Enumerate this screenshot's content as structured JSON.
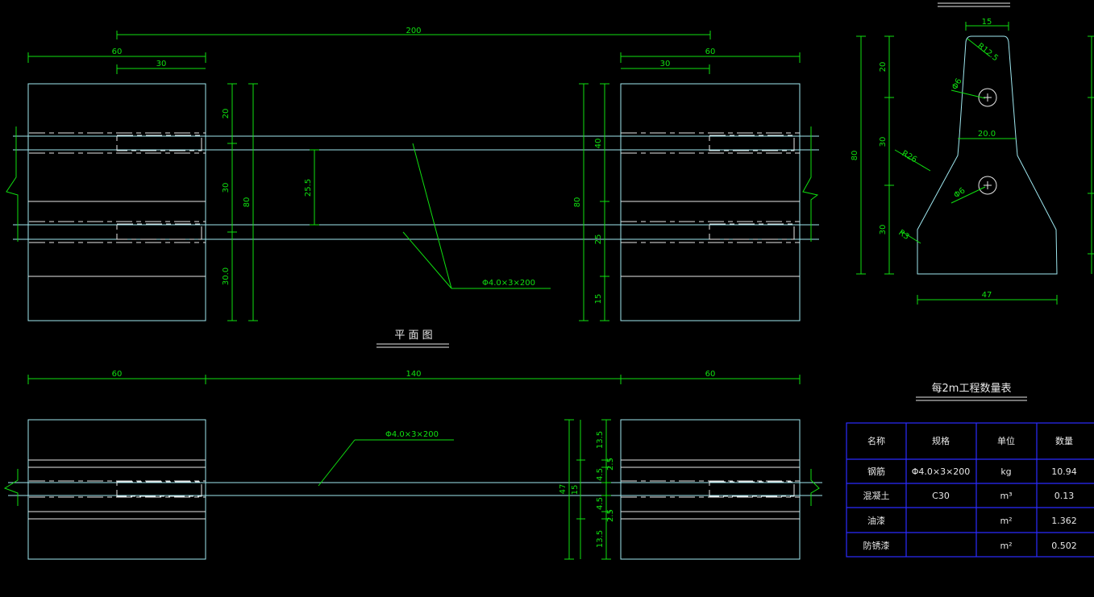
{
  "plan": {
    "title": "平 面 图",
    "dims_top": {
      "overall": "200",
      "left_w": "60",
      "left_inner": "30",
      "right_inner": "30",
      "right_w": "60"
    },
    "dims_left": {
      "a": "20",
      "b": "30",
      "c": "30.0",
      "total": "80"
    },
    "dims_right": {
      "a": "40",
      "b": "25",
      "c": "15",
      "total": "80"
    },
    "gap": "25.5",
    "rebar_label": "Φ4.0×3×200"
  },
  "elevation": {
    "dims_top": {
      "left": "60",
      "mid": "140",
      "right": "60"
    },
    "rebar_label": "Φ4.0×3×200",
    "dims_right": {
      "a": "13.5",
      "b": "2.5",
      "c": "4.5",
      "d": "15",
      "e": "4.5",
      "f": "2.5",
      "g": "13.5",
      "total": "47"
    }
  },
  "section": {
    "top_w": "15",
    "r_top": "R12.5",
    "hole1": "Φ6",
    "hole2": "Φ6",
    "mid_w": "20.0",
    "r_mid": "R26",
    "r_bot": "R3",
    "bottom_w": "47",
    "dims_left": {
      "a": "20",
      "b": "30",
      "c": "30",
      "total": "80"
    }
  },
  "table": {
    "title": "每2m工程数量表",
    "headers": [
      "名称",
      "规格",
      "单位",
      "数量"
    ],
    "rows": [
      [
        "钢筋",
        "Φ4.0×3×200",
        "kg",
        "10.94"
      ],
      [
        "混凝土",
        "C30",
        "m³",
        "0.13"
      ],
      [
        "油漆",
        "",
        "m²",
        "1.362"
      ],
      [
        "防锈漆",
        "",
        "m²",
        "0.502"
      ]
    ]
  },
  "colors": {
    "outline": "#9fe8f0",
    "dimension": "#10e010",
    "text": "#e8e8e8",
    "table_border": "#2b2bff"
  }
}
